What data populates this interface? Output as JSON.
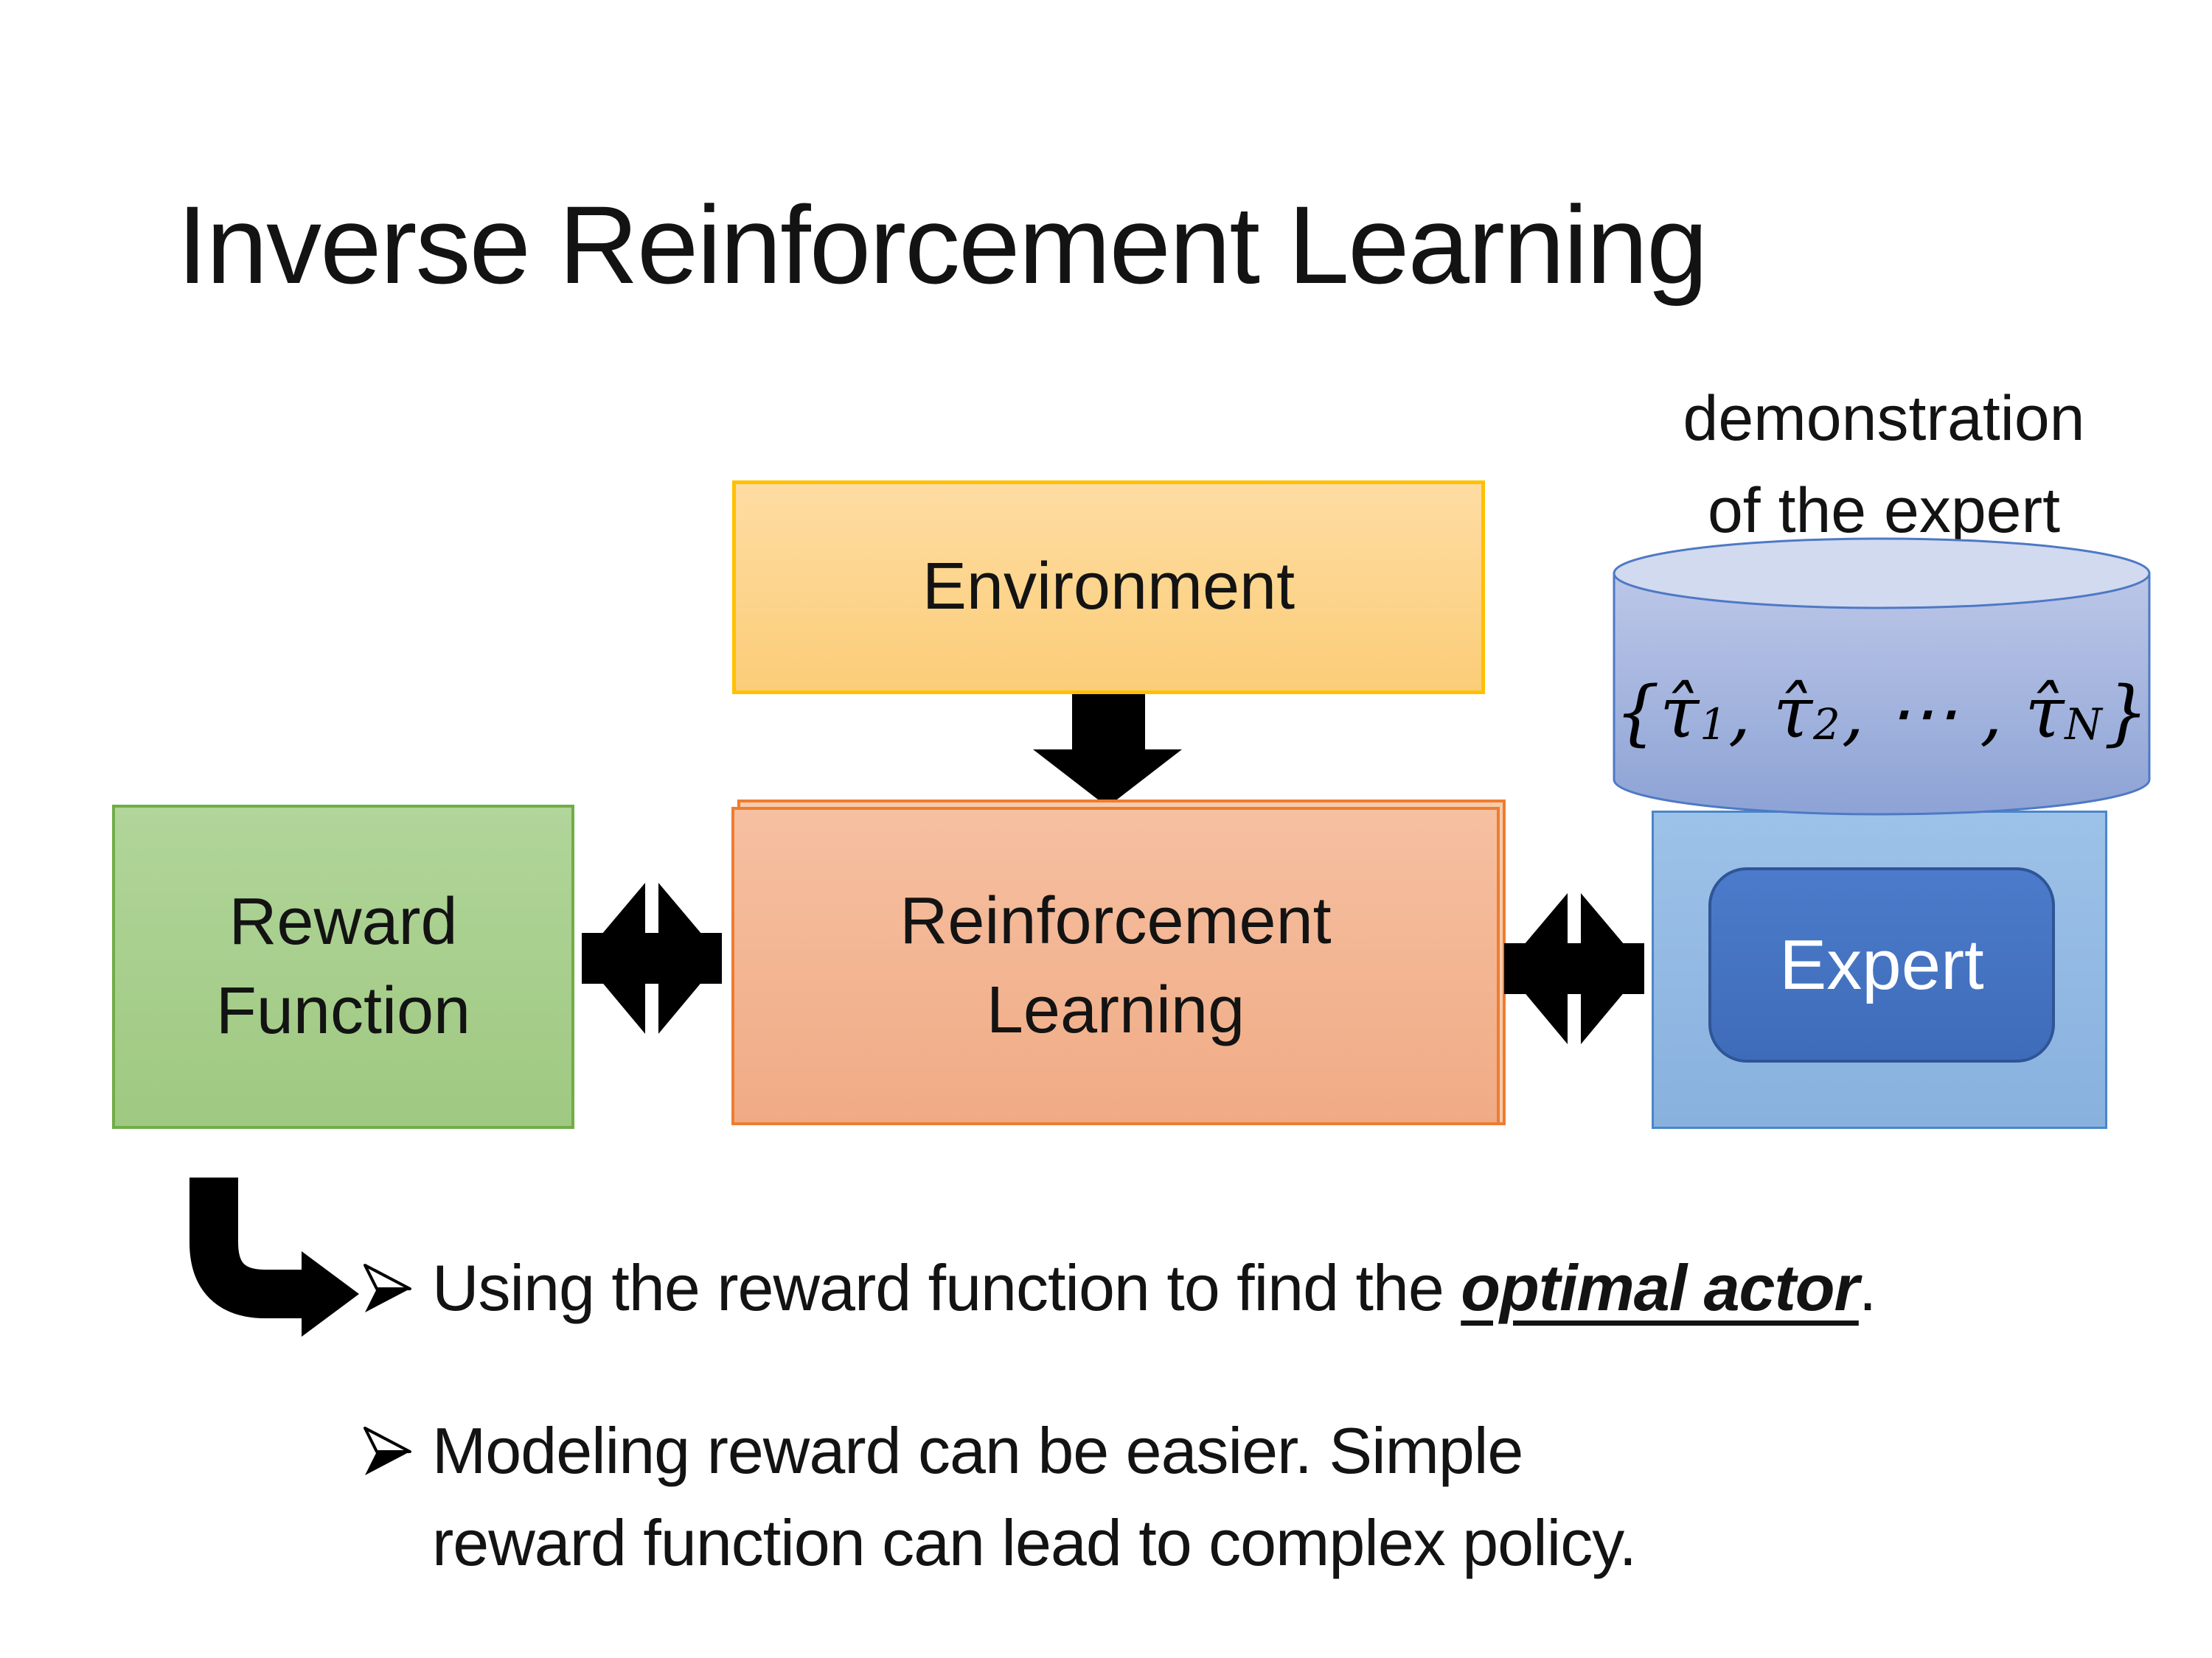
{
  "slide": {
    "title": "Inverse Reinforcement Learning",
    "expert_demo_label": {
      "line1": "demonstration",
      "line2": "of the expert"
    },
    "boxes": {
      "environment": {
        "label": "Environment"
      },
      "reward_function": {
        "line1": "Reward",
        "line2": "Function"
      },
      "reinforcement_learning": {
        "line1": "Reinforcement",
        "line2": "Learning"
      },
      "expert": {
        "label": "Expert"
      }
    },
    "demonstration_set": {
      "parts": [
        {
          "text": "{"
        },
        {
          "text": "τ̂"
        },
        {
          "text": "1",
          "cls": "sub"
        },
        {
          "text": ", "
        },
        {
          "text": "τ̂"
        },
        {
          "text": "2",
          "cls": "sub"
        },
        {
          "text": ", ⋯ , "
        },
        {
          "text": "τ̂"
        },
        {
          "text": "N",
          "cls": "sub"
        },
        {
          "text": "}"
        }
      ]
    },
    "bullets": {
      "item1": {
        "parts": [
          {
            "text": "Using the reward function to find the "
          },
          {
            "text": "optimal actor",
            "cls": "em"
          },
          {
            "text": "."
          }
        ]
      },
      "item2": {
        "parts": [
          {
            "text": "Modeling reward can be easier. Simple reward function can lead to complex policy."
          }
        ]
      }
    },
    "colors": {
      "ink": "#000000",
      "text": "#131313",
      "env-border": "#FFC000",
      "env-fill-top": "#FEDCA2",
      "env-fill-bottom": "#FBCD78",
      "rl-border": "#ED7D31",
      "rl-fill-top": "#F6C0A1",
      "rl-fill-bottom": "#F0AB85",
      "rl-back-fill": "#F8CBAC",
      "green-border": "#70AD47",
      "green-fill-top": "#B1D59A",
      "green-fill-bottom": "#9FC981",
      "panel-border": "#4A86C8",
      "panel-fill-top": "#9DC2E9",
      "panel-fill-bottom": "#88B1DE",
      "expert-border": "#2F5597",
      "expert-fill-top": "#4C7BCB",
      "expert-fill-bottom": "#3E6CB9",
      "expert-text": "#FFFFFF",
      "cyl-border": "#4E79C4",
      "cyl-top-fill": "#D2DAF0",
      "cyl-body-top": "#BCC7E8",
      "cyl-body-bottom": "#8DA3D5"
    }
  }
}
